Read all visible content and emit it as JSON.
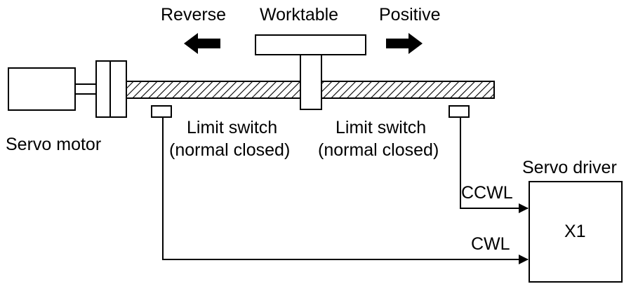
{
  "labels": {
    "reverse": "Reverse",
    "worktable": "Worktable",
    "positive": "Positive",
    "servo_motor": "Servo motor",
    "limit_switch_left_line1": "Limit switch",
    "limit_switch_left_line2": "(normal closed)",
    "limit_switch_right_line1": "Limit switch",
    "limit_switch_right_line2": "(normal closed)",
    "servo_driver": "Servo driver",
    "ccwl": "CCWL",
    "cwl": "CWL",
    "x1": "X1"
  },
  "colors": {
    "line": "#000000",
    "background": "#ffffff"
  }
}
